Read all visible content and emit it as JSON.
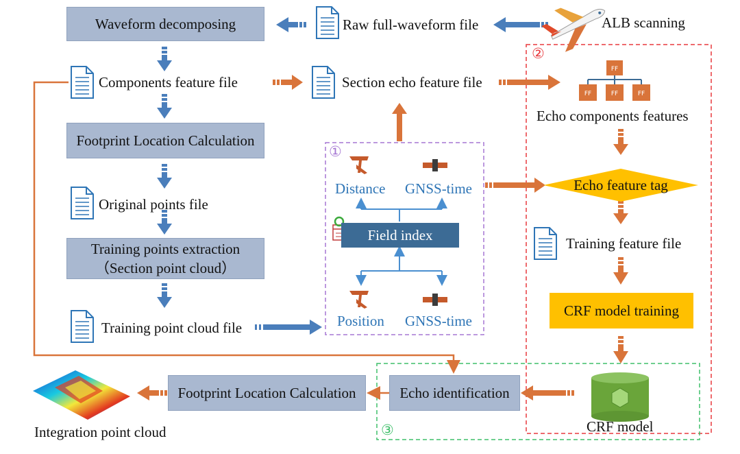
{
  "colors": {
    "blue_arrow": "#4a7ebb",
    "orange_arrow": "#d9743a",
    "gray_box": "#a9b8d0",
    "yellow": "#ffc000",
    "dark_blue_box": "#3c6b95",
    "purple_dash": "#a577d3",
    "red_dash": "#e8393d",
    "green_dash": "#3fbf6a"
  },
  "left_column": {
    "waveform_decomposing": "Waveform decomposing",
    "components_feature_file": "Components feature file",
    "footprint_location_calc_1": "Footprint Location Calculation",
    "original_points_file": "Original points file",
    "training_points_extraction_line1": "Training points extraction",
    "training_points_extraction_line2": "（Section point cloud）",
    "training_point_cloud_file": "Training point cloud file"
  },
  "top_row": {
    "raw_full_waveform_file": "Raw full-waveform file",
    "alb_scanning": "ALB scanning",
    "section_echo_feature_file": "Section echo feature file"
  },
  "field_index_panel": {
    "marker": "①",
    "distance": "Distance",
    "gnss_time_top": "GNSS-time",
    "field_index": "Field index",
    "position": "Position",
    "gnss_time_bottom": "GNSS-time"
  },
  "crf_panel": {
    "marker": "②",
    "echo_components_features": "Echo components features",
    "echo_feature_tag": "Echo feature tag",
    "training_feature_file": "Training feature file",
    "crf_model_training": "CRF model training",
    "crf_model": "CRF model"
  },
  "identification_panel": {
    "marker": "③",
    "echo_identification": "Echo identification",
    "footprint_location_calc_2": "Footprint Location Calculation",
    "integration_point_cloud": "Integration point cloud"
  },
  "icons": {
    "ff_box": "FF"
  }
}
